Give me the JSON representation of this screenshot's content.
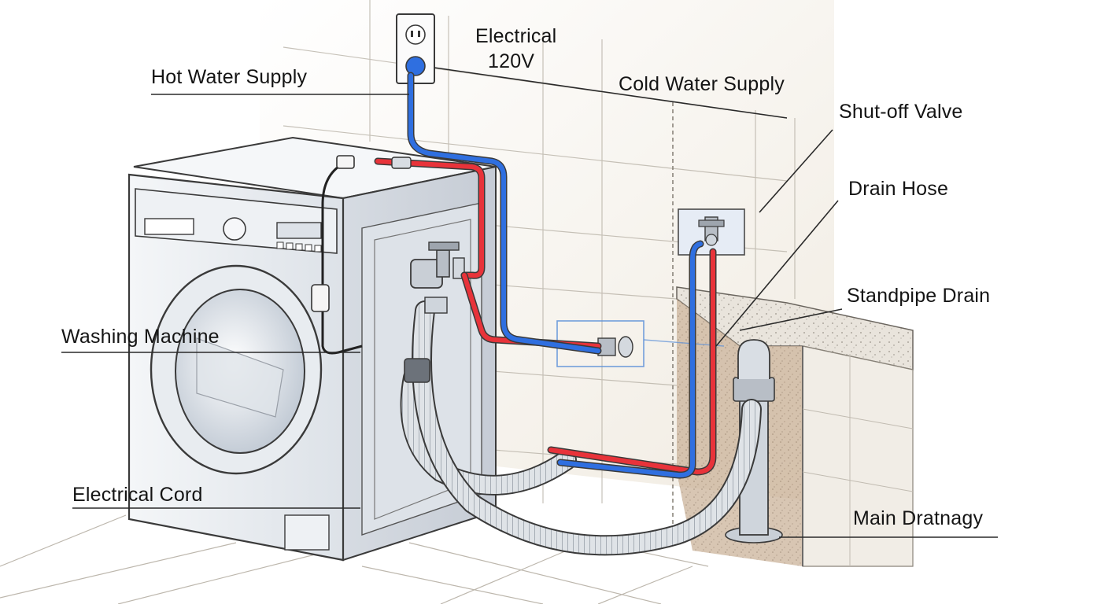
{
  "labels": {
    "electrical_line1": "Electrical",
    "electrical_line2": "120V",
    "hot_water_supply": "Hot Water Supply",
    "cold_water_supply": "Cold Water Supply",
    "shutoff_valve": "Shut-off Valve",
    "drain_hose": "Drain Hose",
    "standpipe_drain": "Standpipe Drain",
    "washing_machine": "Washing Machine",
    "electrical_cord": "Electrical Cord",
    "main_drainage": "Main Dratnagy"
  },
  "colors": {
    "hot_line": "#e8333a",
    "cold_line": "#2f6fe0",
    "machine_body": "#eef1f4",
    "wall": "#f3efe7",
    "outline": "#3a3a3a"
  }
}
